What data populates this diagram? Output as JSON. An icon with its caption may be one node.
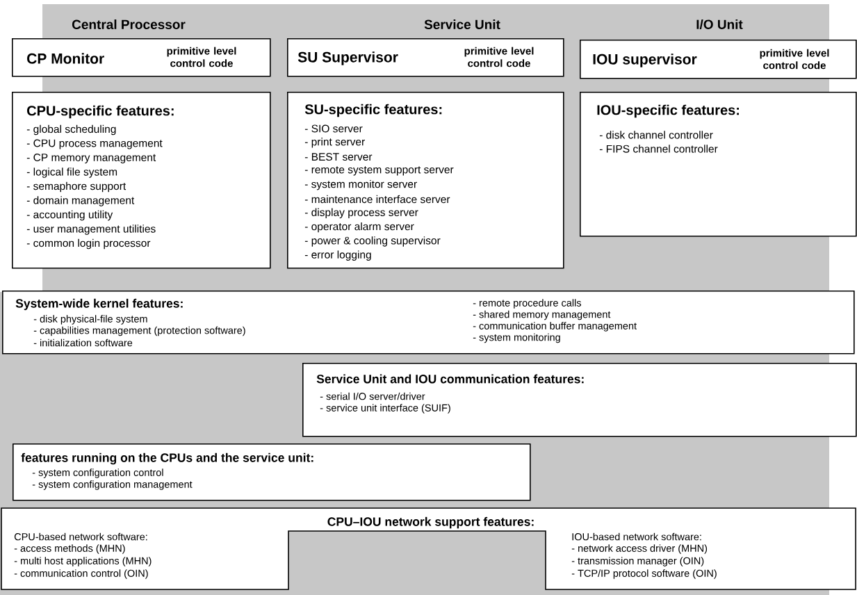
{
  "diagram": {
    "nodes": [
      {
        "text": [
          "CP Monitor",
          "primitive level control code"
        ]
      },
      {
        "text": [
          "SU Supervisor",
          "primitive level control code"
        ]
      },
      {
        "text": [
          "IOU supervisor",
          "primitive level control code"
        ]
      },
      {
        "text": [
          "CPU-specific features:",
          "- global scheduling",
          "- CPU process management",
          "- CP memory management",
          "- logical file system",
          "- semaphore support",
          "- domain management",
          "- accounting utility",
          "- user management utilities",
          "- common login processor"
        ]
      },
      {
        "text": [
          "SU-specific features:",
          "- SIO server",
          "- print server",
          "- BEST server",
          "- remote system support server",
          "- system monitor server",
          "- maintenance interface server",
          "- display process server",
          "- operator alarm server",
          "- power & cooling supervisor",
          "- error logging"
        ]
      },
      {
        "text": [
          "IOU-specific features:",
          "- disk channel controller",
          "- FIPS channel controller"
        ]
      },
      {
        "text": [
          "System-wide kernel features:",
          "- disk physical-file system",
          "- capabilities management (protection software)",
          "- initialization software",
          "- remote procedure calls",
          "- shared memory management",
          "- communication buffer management",
          "- system monitoring"
        ]
      },
      {
        "text": [
          "Service Unit and IOU communication features:",
          "- serial I/O server/driver",
          "- service unit interface (SUIF)"
        ]
      },
      {
        "text": [
          "features running on the CPUs and the service unit:",
          "- system configuration control",
          "- system configuration management"
        ]
      },
      {
        "text": [
          "CPU–IOU network support features:",
          "CPU-based network software:",
          "- access methods  (MHN)",
          "- multi host applications  (MHN)",
          "- communication control  (OIN)",
          "IOU-based network software:",
          "- network access driver  (MHN)",
          "- transmission manager  (OIN)",
          "- TCP/IP protocol software  (OIN)"
        ]
      }
    ],
    "labels": [
      "Central Processor",
      "Service Unit",
      "I/O Unit"
    ]
  }
}
